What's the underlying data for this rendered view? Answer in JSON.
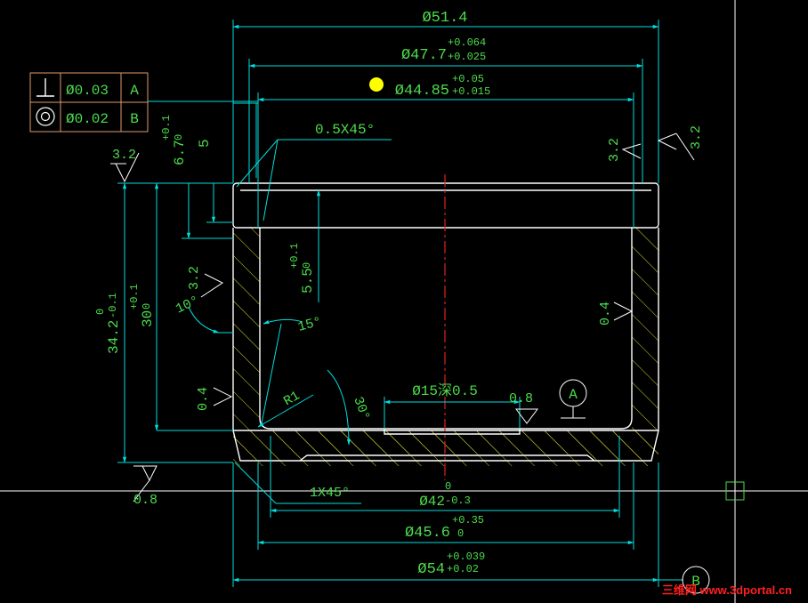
{
  "colors": {
    "background": "#000000",
    "outline": "#ffffff",
    "dimension": "#00dede",
    "text": "#4cdc4c",
    "hatch": "#d6d633",
    "frame": "#e09a6a",
    "centerline": "#e02020",
    "marker": "#ffff00"
  },
  "dims": {
    "d51_4": "Ø51.4",
    "d47_7": "Ø47.7",
    "d47_7_tol_up": "+0.064",
    "d47_7_tol_lo": "+0.025",
    "d44_85": "Ø44.85",
    "d44_85_tol_up": "+0.05",
    "d44_85_tol_lo": "+0.015",
    "chamfer_top": "0.5X45°",
    "h6_7": "6.7",
    "h6_7_tol_up": "+0.1",
    "h6_7_tol_lo": "0",
    "h5": "5",
    "h5_5": "5.5",
    "h5_5_tol_up": "+0.1",
    "h5_5_tol_lo": "0",
    "h34_2": "34.2",
    "h34_2_tol_up": "0",
    "h34_2_tol_lo": "-0.1",
    "h30": "30",
    "h30_tol_up": "+0.1",
    "h30_tol_lo": "0",
    "angle_10": "10°",
    "angle_15": "15°",
    "angle_30": "30°",
    "radius_r1": "R1",
    "recess": "Ø15深0.5",
    "chamfer_bottom": "1X45°",
    "d42": "Ø42",
    "d42_tol_up": "0",
    "d42_tol_lo": "-0.3",
    "d45_6": "Ø45.6",
    "d45_6_tol_up": "+0.35",
    "d45_6_tol_lo": "0",
    "d54": "Ø54",
    "d54_tol_up": "+0.039",
    "d54_tol_lo": "+0.02"
  },
  "roughness": {
    "left_top": "3.2",
    "left_mid": "3.2",
    "left_lower": "0.4",
    "bottom_left": "0.8",
    "right_top": "3.2",
    "right_outer": "3.2",
    "right_mid": "0.4",
    "bottom_center": "0.8"
  },
  "datums": {
    "a": "A",
    "b": "B"
  },
  "tolerance_frame": {
    "rows": [
      {
        "symbol": "perpendicularity-icon",
        "value": "Ø0.03",
        "datum": "A"
      },
      {
        "symbol": "concentricity-icon",
        "value": "Ø0.02",
        "datum": "B"
      }
    ]
  },
  "watermark": "三维网 www.3dportal.cn"
}
